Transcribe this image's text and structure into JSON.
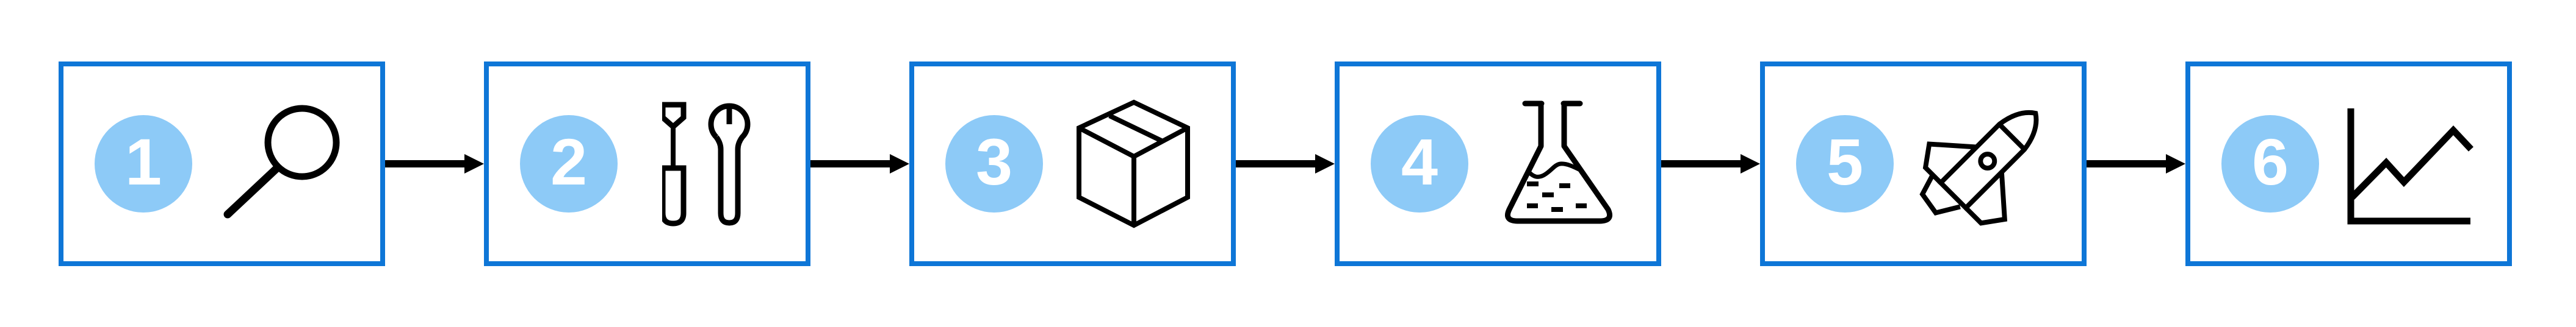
{
  "diagram": {
    "type": "process-flow",
    "direction": "left-to-right",
    "steps": [
      {
        "number": "1",
        "icon": "magnifier-search-icon"
      },
      {
        "number": "2",
        "icon": "screwdriver-wrench-tools-icon"
      },
      {
        "number": "3",
        "icon": "package-box-icon"
      },
      {
        "number": "4",
        "icon": "flask-experiment-icon"
      },
      {
        "number": "5",
        "icon": "rocket-launch-icon"
      },
      {
        "number": "6",
        "icon": "line-chart-growth-icon"
      }
    ],
    "connector": {
      "style": "right-arrow",
      "count": 5
    },
    "colors": {
      "box_border": "#0E76D7",
      "badge_fill": "#8DCAF7",
      "badge_text": "#FFFFFF",
      "icon_stroke": "#000000",
      "arrow": "#000000",
      "background": "#FFFFFF"
    }
  }
}
